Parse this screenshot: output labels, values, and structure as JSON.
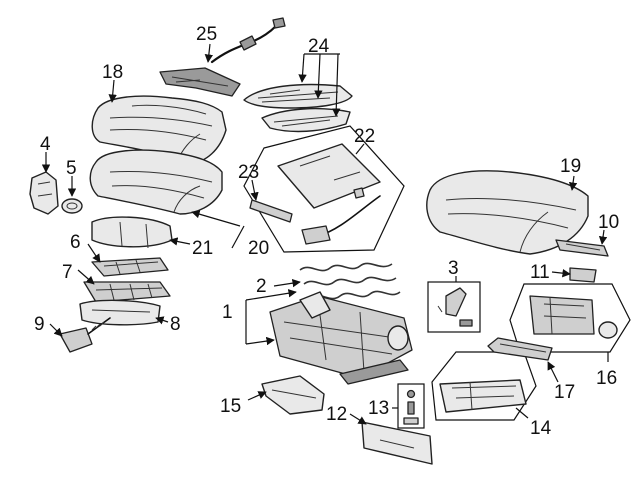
{
  "diagram": {
    "callouts": [
      {
        "id": "c1",
        "text": "1"
      },
      {
        "id": "c2",
        "text": "2"
      },
      {
        "id": "c3",
        "text": "3"
      },
      {
        "id": "c4",
        "text": "4"
      },
      {
        "id": "c5",
        "text": "5"
      },
      {
        "id": "c6",
        "text": "6"
      },
      {
        "id": "c7",
        "text": "7"
      },
      {
        "id": "c8",
        "text": "8"
      },
      {
        "id": "c9",
        "text": "9"
      },
      {
        "id": "c10",
        "text": "10"
      },
      {
        "id": "c11",
        "text": "11"
      },
      {
        "id": "c12",
        "text": "12"
      },
      {
        "id": "c13",
        "text": "13"
      },
      {
        "id": "c14",
        "text": "14"
      },
      {
        "id": "c15",
        "text": "15"
      },
      {
        "id": "c16",
        "text": "16"
      },
      {
        "id": "c17",
        "text": "17"
      },
      {
        "id": "c18",
        "text": "18"
      },
      {
        "id": "c19",
        "text": "19"
      },
      {
        "id": "c20",
        "text": "20"
      },
      {
        "id": "c21",
        "text": "21"
      },
      {
        "id": "c22",
        "text": "22"
      },
      {
        "id": "c23",
        "text": "23"
      },
      {
        "id": "c24",
        "text": "24"
      },
      {
        "id": "c25",
        "text": "25"
      }
    ]
  }
}
